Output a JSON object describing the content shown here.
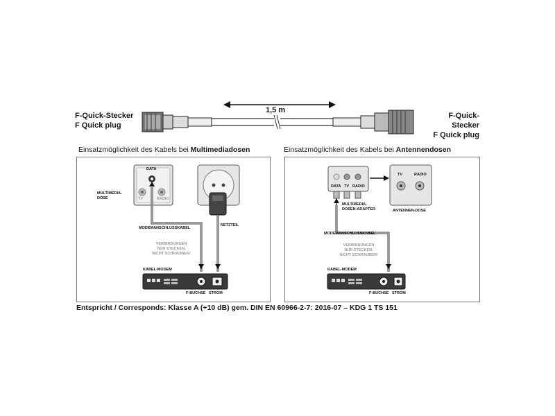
{
  "cable": {
    "left_label_line1": "F-Quick-Stecker",
    "left_label_line2": "F Quick plug",
    "right_label_line1": "F-Quick-Stecker",
    "right_label_line2": "F Quick plug",
    "length": "1,5 m"
  },
  "left_panel": {
    "title_prefix": "Einsatzmöglichkeit des Kabels bei ",
    "title_bold": "Multimediadosen",
    "socket_data": "DATA",
    "socket_tv": "TV",
    "socket_radio": "RADIO",
    "socket_label_line1": "MULTIMEDIA-",
    "socket_label_line2": "DOSE",
    "cable_label": "MODEMANSCHLUSSKABEL",
    "psu_label": "NETZTEIL",
    "note_line1": "VERBINDUNGEN",
    "note_line2": "NUR STECKEN,",
    "note_line3": "NICHT SCHRAUBEN!",
    "modem_label": "KABEL-MODEM",
    "port_f": "F-BUCHSE",
    "port_power": "STROM"
  },
  "right_panel": {
    "title_prefix": "Einsatzmöglichkeit des Kabels bei ",
    "title_bold": "Antennendosen",
    "adapter_data": "DATA",
    "adapter_tv": "TV",
    "adapter_radio": "RADIO",
    "adapter_label_line1": "MULTIMEDIA-",
    "adapter_label_line2": "DOSEN-ADAPTER",
    "socket_tv": "TV",
    "socket_radio": "RADIO",
    "socket_label": "ANTENNEN-DOSE",
    "cable_label": "MODEMANSCHLUSSKABEL",
    "note_line1": "VERBINDUNGEN",
    "note_line2": "NUR STECKEN,",
    "note_line3": "NICHT SCHRAUBEN!",
    "modem_label": "KABEL-MODEM",
    "port_f": "F-BUCHSE",
    "port_power": "STROM"
  },
  "footer": "Entspricht / Corresponds: Klasse A (+10 dB) gem. DIN EN 60966-2-7: 2016-07 – KDG 1 TS 151"
}
